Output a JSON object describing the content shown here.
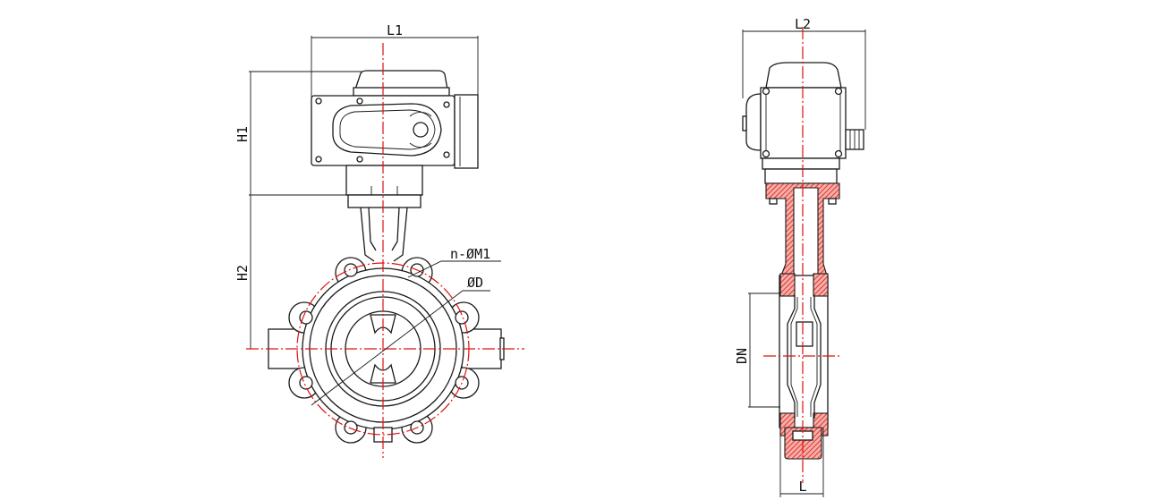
{
  "labels": {
    "l1": "L1",
    "h1": "H1",
    "h2": "H2",
    "bolt_holes": "n-ØM1",
    "pcd": "ØD",
    "l2": "L2",
    "dn": "DN",
    "l": "L"
  },
  "colors": {
    "centerline": "#e01010",
    "outline": "#1a1a1a",
    "section_hatch": "#e01010"
  }
}
